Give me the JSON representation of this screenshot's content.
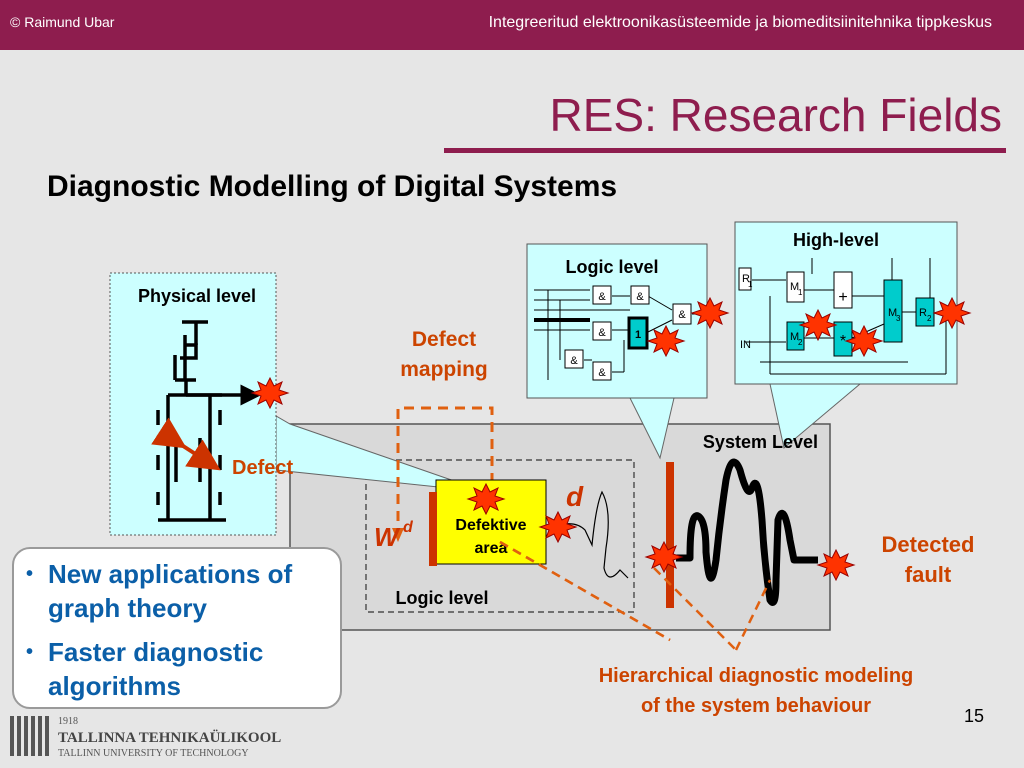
{
  "header": {
    "copyright": "© Raimund Ubar",
    "institution": "Integreeritud elektroonikasüsteemide ja biomeditsiinitehnika tippkeskus"
  },
  "title": "RES: Research Fields",
  "subtitle": "Diagnostic Modelling of Digital Systems",
  "diagram": {
    "physical_level": "Physical level",
    "defect": "Defect",
    "defect_mapping_line1": "Defect",
    "defect_mapping_line2": "mapping",
    "logic_level_top": "Logic level",
    "high_level": "High-level",
    "system_level": "System Level",
    "d_label": "d",
    "w_label": "W",
    "w_super": "d",
    "defective_line1": "Defektive",
    "defective_line2": "area",
    "logic_level_bottom": "Logic level",
    "detected_line1": "Detected",
    "detected_line2": "fault",
    "hier_line1": "Hierarchical diagnostic modeling",
    "hier_line2": "of the system behaviour",
    "gate_and": "&",
    "gate_one": "1",
    "r1": "R",
    "r1_sub": "1",
    "m1": "M",
    "m1_sub": "1",
    "m2": "M",
    "m2_sub": "2",
    "m3": "M",
    "m3_sub": "3",
    "r2": "R",
    "r2_sub": "2",
    "plus": "+",
    "mult": "*",
    "in": "IN"
  },
  "bullets": [
    "New applications of graph theory",
    "Faster diagnostic algorithms"
  ],
  "footer": {
    "year": "1918",
    "univ_et": "TALLINNA TEHNIKAÜLIKOOL",
    "univ_en": "TALLINN UNIVERSITY OF TECHNOLOGY",
    "page": "15"
  },
  "colors": {
    "brand": "#8e1d4e",
    "accent_orange": "#cc4400",
    "bullet_blue": "#0b5fa8",
    "panel_cyan": "#ccffff",
    "yellow": "#ffff00",
    "red_bar": "#cc3300"
  }
}
